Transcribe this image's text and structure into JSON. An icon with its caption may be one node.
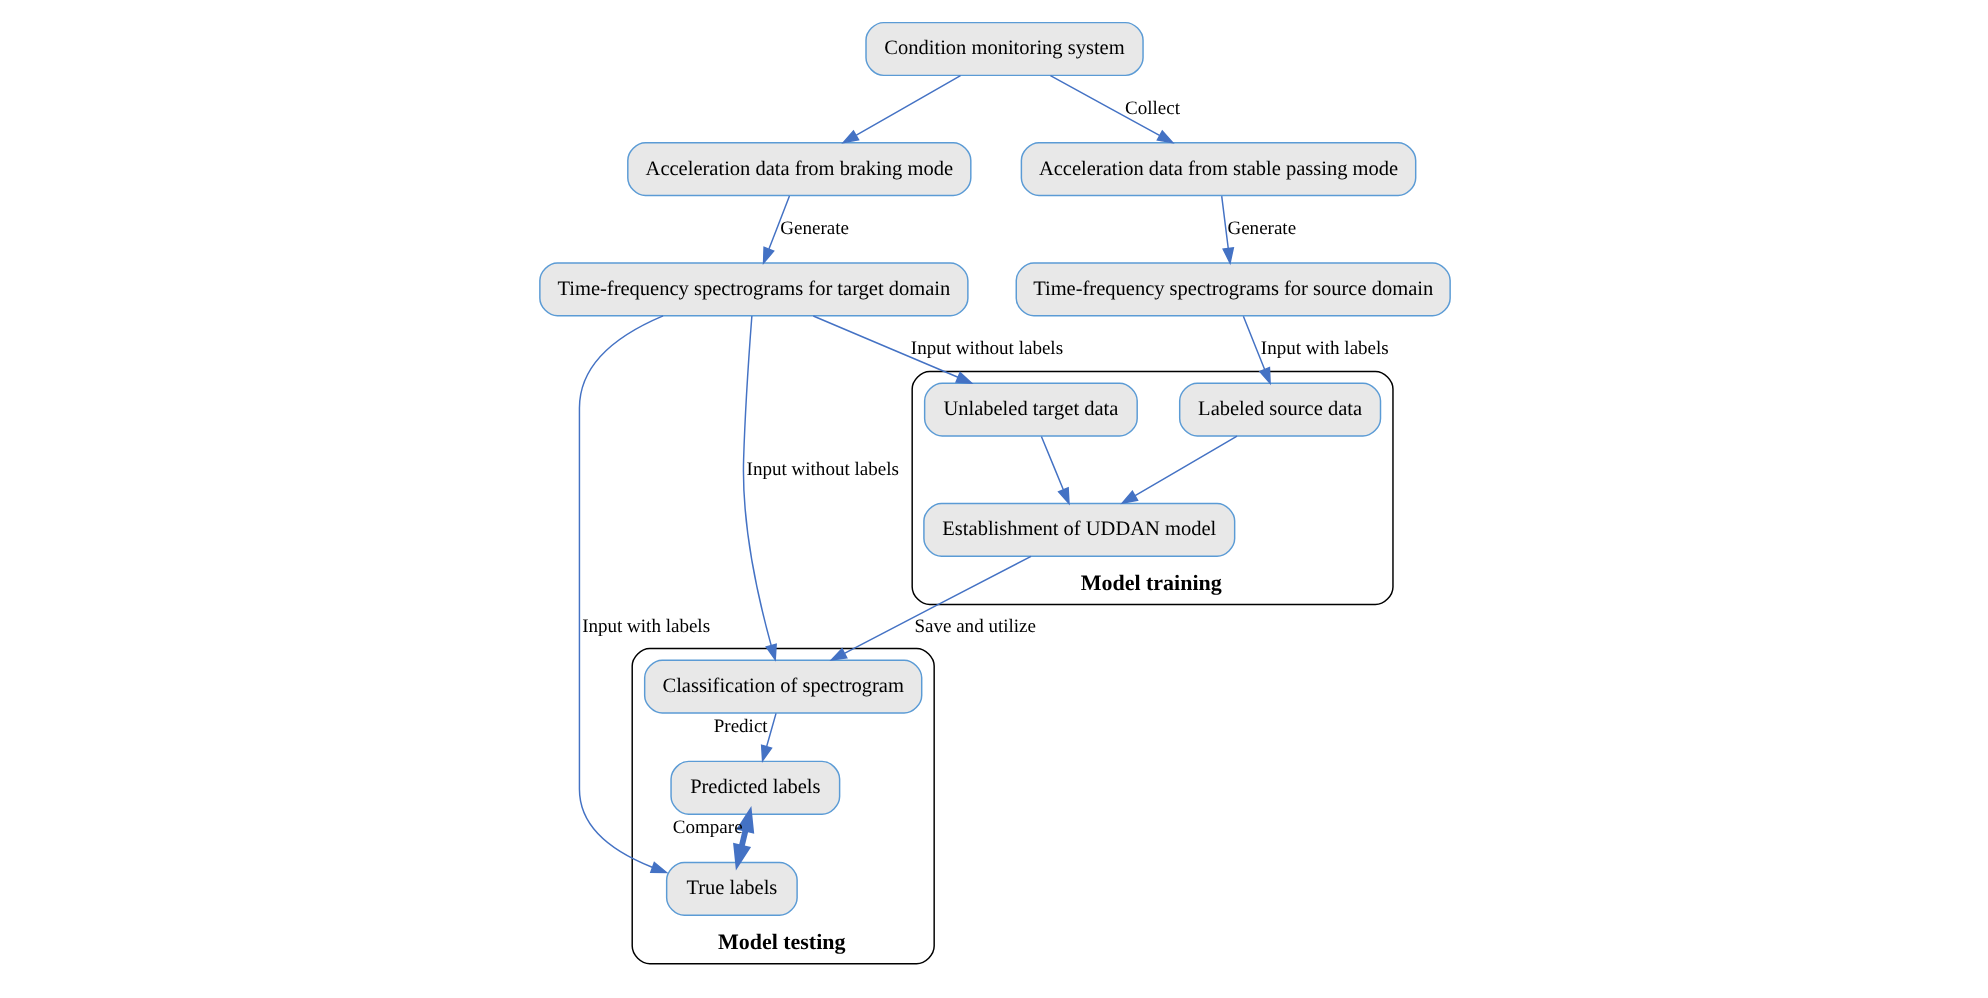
{
  "diagram": {
    "nodes": [
      {
        "text": [
          "Condition monitoring system"
        ]
      },
      {
        "text": [
          "Acceleration data from stable passing mode"
        ]
      },
      {
        "text": [
          "Acceleration data from braking mode"
        ]
      },
      {
        "text": [
          "Time-frequency spectrograms for source domain"
        ]
      },
      {
        "text": [
          "Time-frequency spectrograms for target domain"
        ]
      },
      {
        "text": [
          "Model training"
        ]
      },
      {
        "text": [
          "Labeled source data"
        ],
        "in": 5
      },
      {
        "text": [
          "Unlabeled target data"
        ],
        "in": 5
      },
      {
        "text": [
          "Establishment of UDDAN model"
        ],
        "in": 5
      },
      {
        "text": [
          "Model testing"
        ]
      },
      {
        "text": [
          "True labels"
        ],
        "in": 9
      },
      {
        "text": [
          "Predicted labels"
        ],
        "in": 9
      },
      {
        "text": [
          "Classification of spectrogram"
        ],
        "in": 9
      }
    ],
    "edges": [
      {
        "from": 0,
        "to": 1,
        "arrow": "to",
        "label": "Collect"
      },
      {
        "from": 0,
        "to": 2,
        "arrow": "to"
      },
      {
        "from": 1,
        "to": 3,
        "arrow": "to",
        "label": "Generate"
      },
      {
        "from": 2,
        "to": 4,
        "arrow": "to",
        "label": "Generate"
      },
      {
        "from": 3,
        "to": 6,
        "arrow": "to",
        "label": "Input with labels"
      },
      {
        "from": 4,
        "to": 7,
        "arrow": "to",
        "label": "Input without labels"
      },
      {
        "from": 6,
        "to": 8,
        "arrow": "to"
      },
      {
        "from": 7,
        "to": 8,
        "arrow": "to"
      },
      {
        "from": 4,
        "to": 10,
        "arrow": "to",
        "label": "Input with labels"
      },
      {
        "from": 4,
        "to": 12,
        "arrow": "to",
        "label": "Input without labels"
      },
      {
        "from": 11,
        "to": 10,
        "arrow": "both",
        "label": "Compare",
        "style": "thick"
      },
      {
        "from": 12,
        "to": 11,
        "arrow": "to",
        "label": "Predict"
      },
      {
        "from": 8,
        "to": 12,
        "arrow": "to",
        "label": "Save and utilize"
      }
    ]
  }
}
